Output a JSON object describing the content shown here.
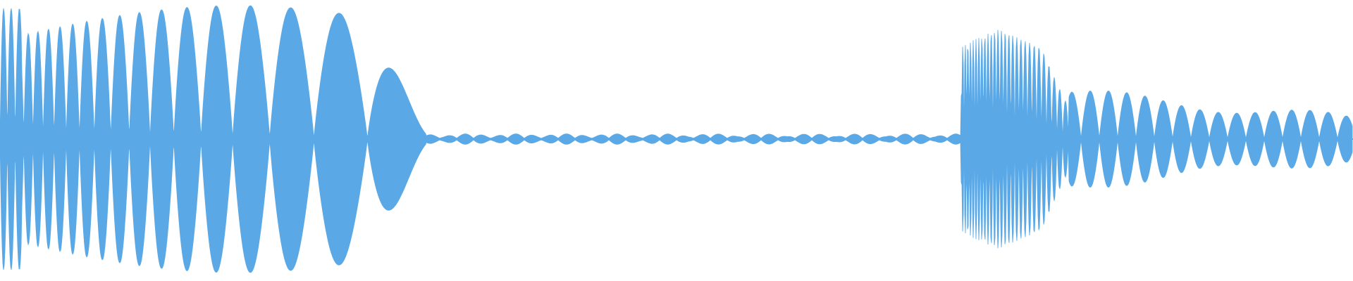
{
  "waveform": {
    "color": "#5aa9e6",
    "background": "#ffffff",
    "segments": [
      {
        "start": 0.0,
        "end": 0.315,
        "peak": 0.97,
        "shape": "dense-attack"
      },
      {
        "start": 0.315,
        "end": 0.71,
        "peak": 0.03,
        "shape": "quiet"
      },
      {
        "start": 0.71,
        "end": 0.79,
        "peak": 0.76,
        "shape": "burst"
      },
      {
        "start": 0.79,
        "end": 1.0,
        "peak": 0.24,
        "shape": "decay"
      }
    ]
  }
}
